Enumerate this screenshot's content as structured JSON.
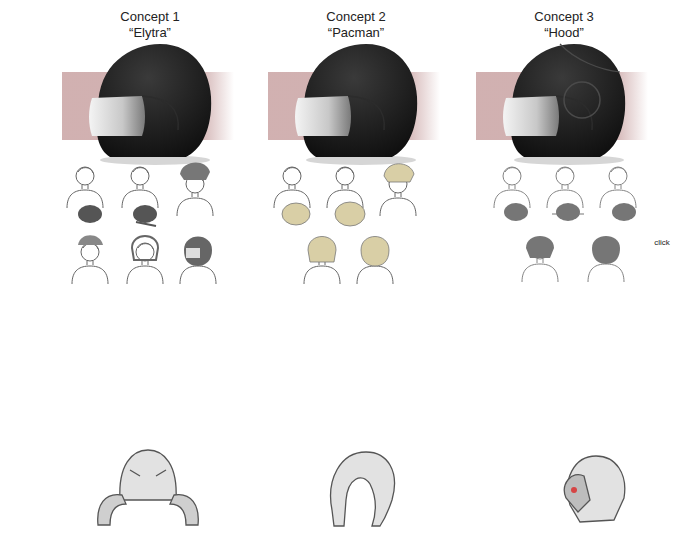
{
  "diagram": {
    "labels": [
      "Concept 1",
      "“Elytra”",
      "Concept 2",
      "“Pacman”",
      "Concept 3",
      "“Hood”",
      "click"
    ]
  }
}
